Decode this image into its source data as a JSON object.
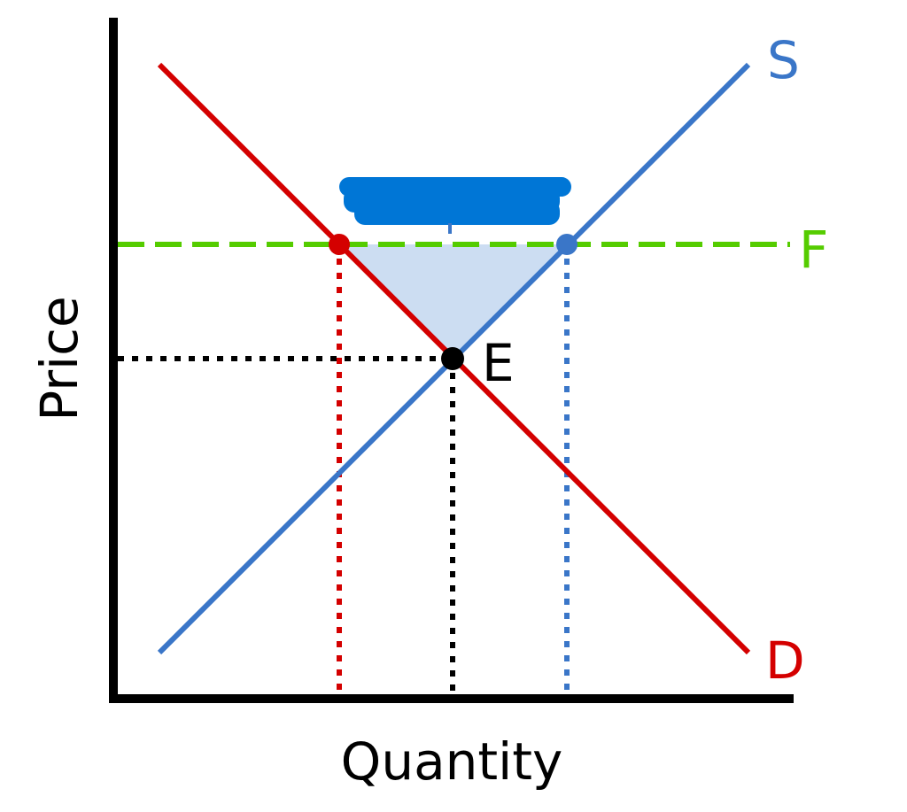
{
  "axes": {
    "y_label": "Price",
    "x_label": "Quantity"
  },
  "curves": {
    "supply": {
      "label": "S",
      "color": "#3a76c8"
    },
    "demand": {
      "label": "D",
      "color": "#d40000"
    },
    "price_floor": {
      "label": "F",
      "color": "#55cc00"
    }
  },
  "equilibrium": {
    "label": "E"
  },
  "surplus_area": {
    "color": "#ccddf2"
  },
  "redaction": {
    "color": "#0076d6"
  }
}
